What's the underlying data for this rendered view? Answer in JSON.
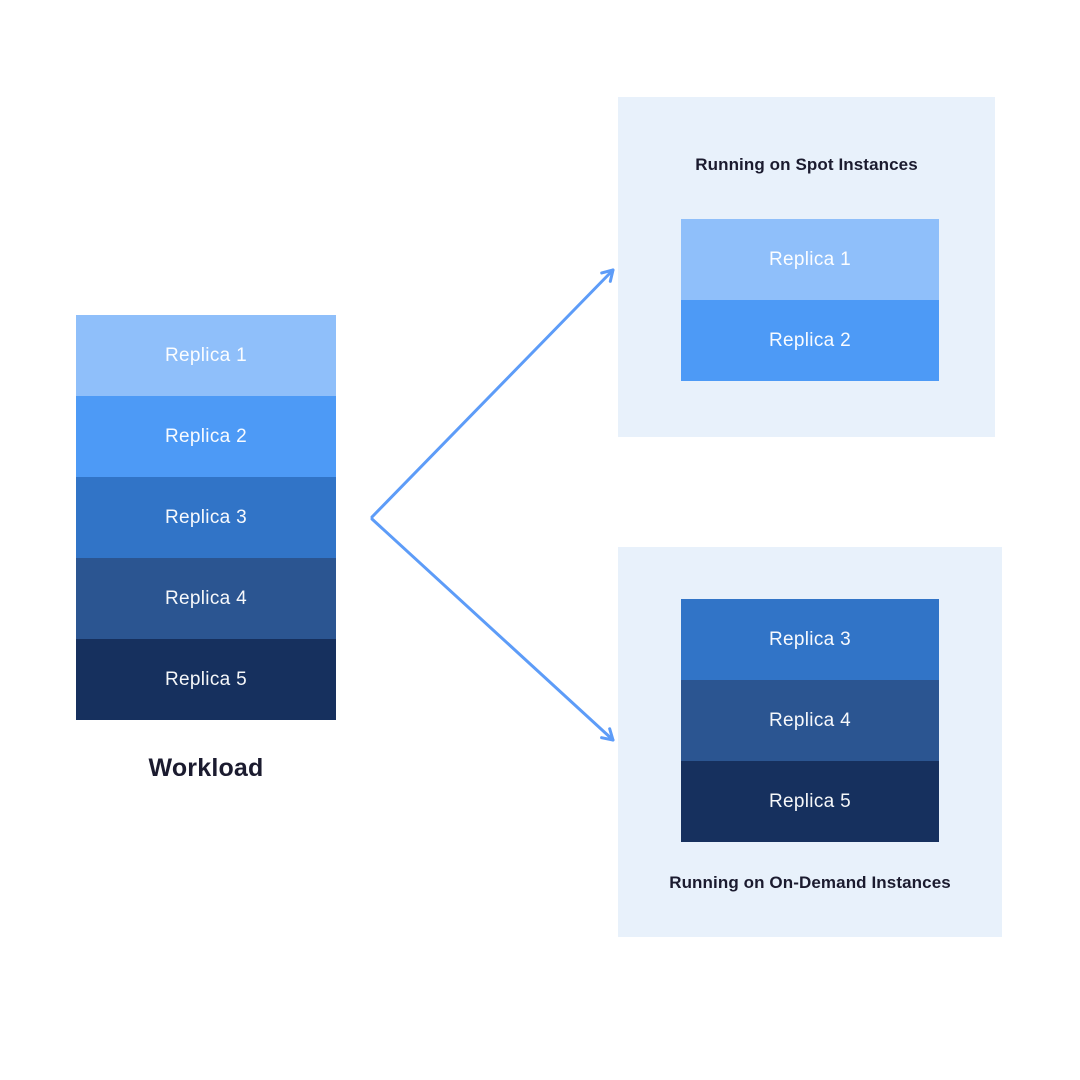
{
  "workload": {
    "label": "Workload",
    "replicas": [
      {
        "label": "Replica 1",
        "color": "#8FBFFA"
      },
      {
        "label": "Replica 2",
        "color": "#4D9AF6"
      },
      {
        "label": "Replica 3",
        "color": "#3174C7"
      },
      {
        "label": "Replica 4",
        "color": "#2B5591"
      },
      {
        "label": "Replica 5",
        "color": "#16305E"
      }
    ]
  },
  "spot_panel": {
    "title": "Running on Spot Instances",
    "bg": "#E8F1FB",
    "replicas": [
      {
        "label": "Replica 1",
        "color": "#8FBFFA"
      },
      {
        "label": "Replica 2",
        "color": "#4D9AF6"
      }
    ]
  },
  "ondemand_panel": {
    "title": "Running on On-Demand Instances",
    "bg": "#E8F1FB",
    "replicas": [
      {
        "label": "Replica 3",
        "color": "#3174C7"
      },
      {
        "label": "Replica 4",
        "color": "#2B5591"
      },
      {
        "label": "Replica 5",
        "color": "#16305E"
      }
    ]
  },
  "arrows": {
    "color": "#5D9CF8"
  }
}
